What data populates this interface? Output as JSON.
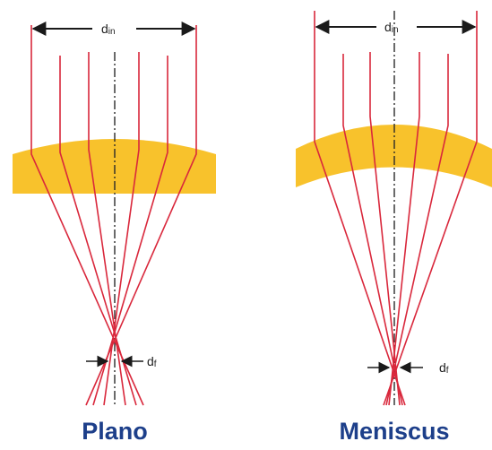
{
  "colors": {
    "lens": "#f8c22c",
    "ray": "#d9283c",
    "axis": "#2a2a2a",
    "caption": "#1d3f8a",
    "dimension": "#1a1a1a"
  },
  "panels": [
    {
      "caption": "Plano",
      "input_diameter_label": "din",
      "input_diameter_label_main": "d",
      "input_diameter_label_sub": "in",
      "focal_spot_label": "df",
      "focal_spot_label_main": "d",
      "focal_spot_label_sub": "f"
    },
    {
      "caption": "Meniscus",
      "input_diameter_label": "din",
      "input_diameter_label_main": "d",
      "input_diameter_label_sub": "in",
      "focal_spot_label": "df",
      "focal_spot_label_main": "d",
      "focal_spot_label_sub": "f"
    }
  ]
}
